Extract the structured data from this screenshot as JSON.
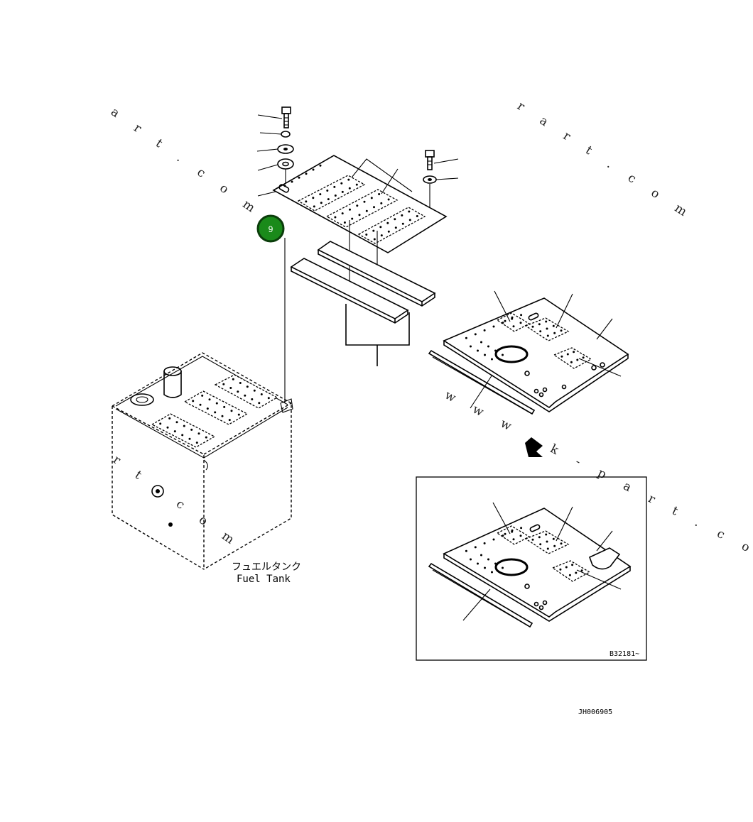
{
  "callout": {
    "number": "9",
    "color": "#1a8a1a",
    "ring_color": "#0b3d0b"
  },
  "fuel_tank": {
    "label_jp": "フュエルタンク",
    "label_en": "Fuel Tank"
  },
  "detail": {
    "code": "B32181~"
  },
  "drawing": {
    "code": "JH006905"
  },
  "watermarks": {
    "top_left": "a r t . c o m",
    "top_right": "r a r t . c o m",
    "left_middle": "r t . c o m",
    "diagonal": "w w w . k - p a r t . c o m"
  },
  "icons": {
    "view_arrow": "down-arrow-icon"
  }
}
